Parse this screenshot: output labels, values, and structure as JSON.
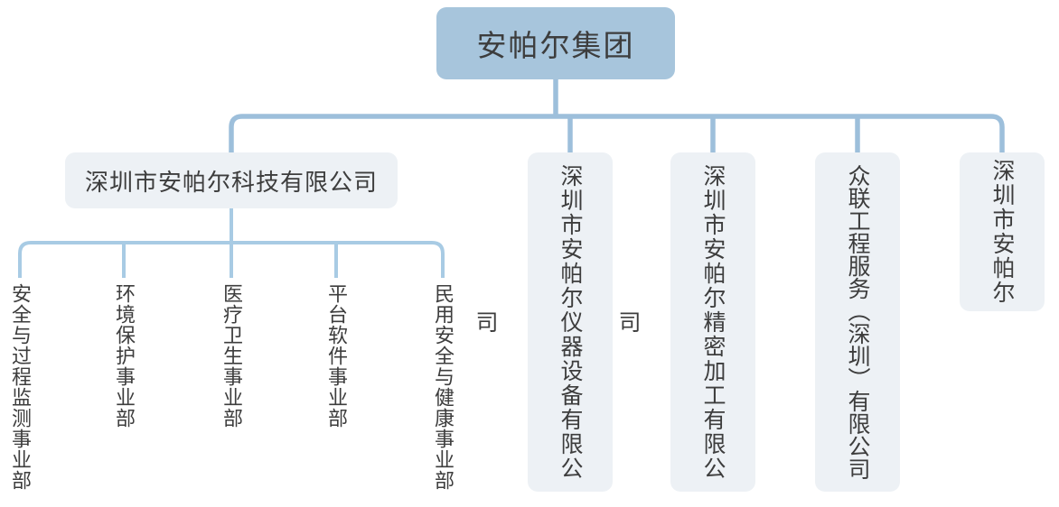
{
  "colors": {
    "root_bg": "#a7c5dc",
    "box_bg": "#edf1f5",
    "line1": "#9dbfdb",
    "line2": "#a8cbe4",
    "text": "#3d3d3d"
  },
  "chart": {
    "type": "org-chart",
    "root": {
      "label": "安帕尔集团"
    },
    "companies": [
      {
        "label": "深圳市安帕尔科技有限公司"
      },
      {
        "label": "深圳市安帕尔仪器设备有限公司"
      },
      {
        "label": "深圳市安帕尔精密加工有限公司"
      },
      {
        "label": "众联工程服务（深圳）有限公司"
      },
      {
        "label": "深圳市安帕尔"
      }
    ],
    "departments": [
      {
        "label": "安全与过程监测事业部"
      },
      {
        "label": "环境保护事业部"
      },
      {
        "label": "医疗卫生事业部"
      },
      {
        "label": "平台软件事业部"
      },
      {
        "label": "民用安全与健康事业部"
      }
    ]
  }
}
